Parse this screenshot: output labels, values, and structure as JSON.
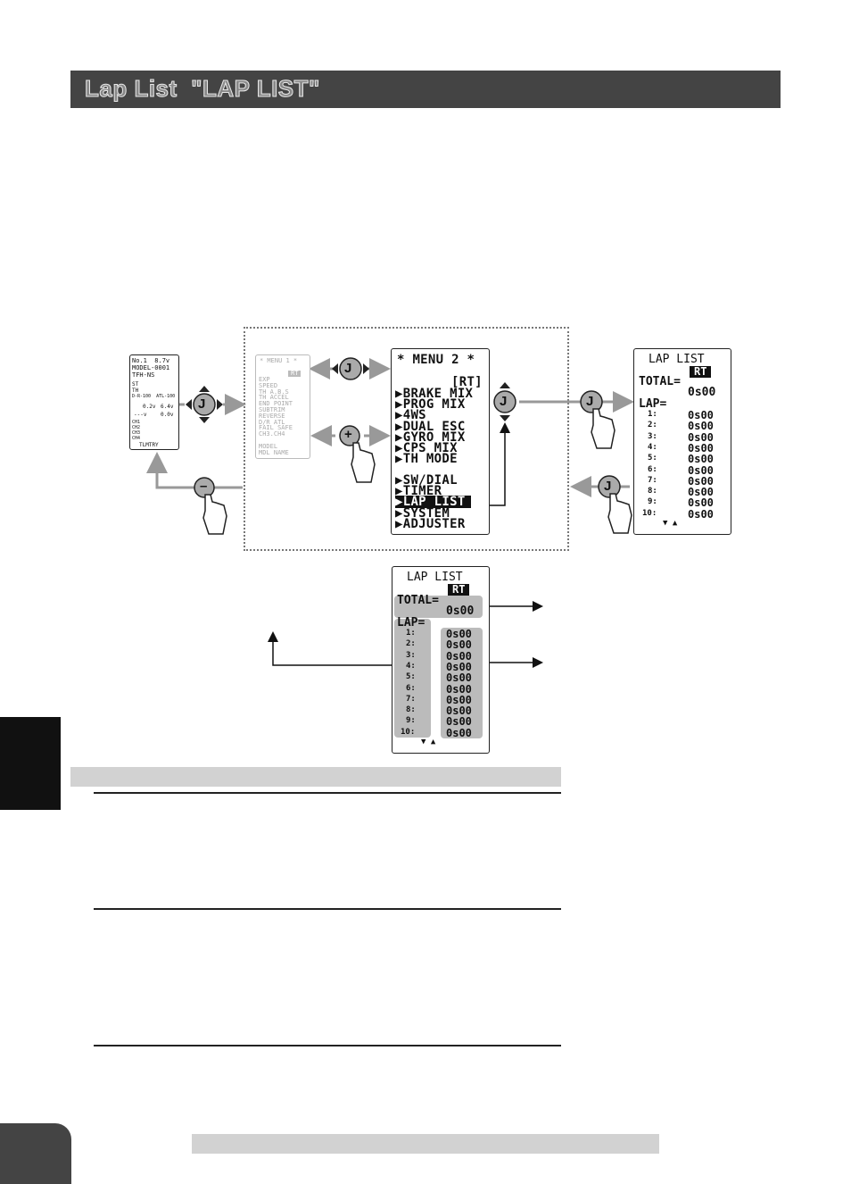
{
  "title": "Lap List  \"LAP LIST\"",
  "home_screen": {
    "lines": [
      "No.1  8.7v",
      "MODEL-0001",
      "TFH-NS"
    ],
    "rows": [
      "ST",
      "TH",
      "D-R-100  ATL-100"
    ],
    "values": [
      "0.2v",
      "6.4v",
      "---v",
      "0.0v"
    ],
    "channels": [
      "CH1",
      "CH2",
      "CH3",
      "CH4"
    ],
    "footer": "TLMTRY"
  },
  "menu1": {
    "header": "* MENU 1 *",
    "rt": "RT",
    "items": [
      "EXP",
      "SPEED",
      "TH A.B.S",
      "TH ACCEL",
      "END POINT",
      "SUBTRIM",
      "REVERSE",
      "D/R ATL",
      "FAIL SAFE",
      "CH3.CH4",
      "",
      "MODEL",
      "MDL NAME"
    ]
  },
  "menu2": {
    "header": "* MENU 2 *",
    "rt": "[RT]",
    "items": [
      "BRAKE MIX",
      "PROG MIX",
      "4WS",
      "DUAL ESC",
      "GYRO MIX",
      "CPS MIX",
      "TH MODE"
    ],
    "items2": [
      "SW/DIAL",
      "TIMER",
      "LAP LIST",
      "SYSTEM",
      "ADJUSTER"
    ]
  },
  "lap_list": {
    "title": "LAP LIST",
    "rt": "RT",
    "total_label": "TOTAL=",
    "total_value": "0s00",
    "lap_label": "LAP=",
    "laps": [
      {
        "n": "1:",
        "v": "0s00"
      },
      {
        "n": "2:",
        "v": "0s00"
      },
      {
        "n": "3:",
        "v": "0s00"
      },
      {
        "n": "4:",
        "v": "0s00"
      },
      {
        "n": "5:",
        "v": "0s00"
      },
      {
        "n": "6:",
        "v": "0s00"
      },
      {
        "n": "7:",
        "v": "0s00"
      },
      {
        "n": "8:",
        "v": "0s00"
      },
      {
        "n": "9:",
        "v": "0s00"
      },
      {
        "n": "10:",
        "v": "0s00"
      }
    ],
    "scroll": "▼ ▲"
  },
  "buttons": {
    "jog": "J",
    "plus": "+",
    "minus": "–"
  },
  "colors": {
    "title_bar": "#444444",
    "arrow_gray": "#999999",
    "highlight": "#bbbbbb"
  }
}
